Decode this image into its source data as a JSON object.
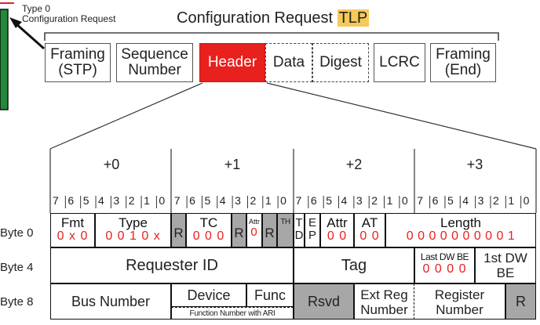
{
  "top_left_label": {
    "line1": "Type 0",
    "line2": "Configuration Request"
  },
  "title": {
    "prefix": "Configuration Request",
    "highlight": "TLP"
  },
  "tlp_fields": [
    {
      "line1": "Framing",
      "line2": "(STP)"
    },
    {
      "line1": "Sequence",
      "line2": "Number"
    },
    {
      "line1": "Header",
      "line2": ""
    },
    {
      "line1": "Data",
      "line2": ""
    },
    {
      "line1": "Digest",
      "line2": ""
    },
    {
      "line1": "LCRC",
      "line2": ""
    },
    {
      "line1": "Framing",
      "line2": "(End)"
    }
  ],
  "byte_offsets": [
    "+0",
    "+1",
    "+2",
    "+3"
  ],
  "bit_numbers": [
    "7",
    "6",
    "5",
    "4",
    "3",
    "2",
    "1",
    "0"
  ],
  "row_labels": [
    "Byte 0",
    "Byte 4",
    "Byte 8"
  ],
  "row0": {
    "fmt": {
      "name": "Fmt",
      "value": "0 x 0"
    },
    "type": {
      "name": "Type",
      "value": "0 0 1 0 x"
    },
    "r1": "R",
    "tc": {
      "name": "TC",
      "value": "0 0 0"
    },
    "r2": "R",
    "attr_small": {
      "name": "Attr",
      "value": "0"
    },
    "r3": "R",
    "th": "TH",
    "td": {
      "line1": "T",
      "line2": "D"
    },
    "ep": {
      "line1": "E",
      "line2": "P"
    },
    "attr": {
      "name": "Attr",
      "value": "0 0"
    },
    "at": {
      "name": "AT",
      "value": "0 0"
    },
    "length": {
      "name": "Length",
      "value": "0 0 0 0 0 0 0 0 0 1"
    }
  },
  "row1": {
    "requester_id": "Requester ID",
    "tag": "Tag",
    "last_dw_be": {
      "name": "Last DW BE",
      "value": "0 0 0 0"
    },
    "first_dw_be": {
      "line1": "1st DW",
      "line2": "BE"
    }
  },
  "row2": {
    "bus_number": "Bus Number",
    "device": "Device",
    "func": "Func",
    "function_number_note": "Function Number with ARI",
    "rsvd": "Rsvd",
    "ext_reg": {
      "line1": "Ext Reg",
      "line2": "Number"
    },
    "register": {
      "line1": "Register",
      "line2": "Number"
    },
    "r": "R"
  },
  "colors": {
    "header_red": "#e8201e",
    "value_red": "#e8201e",
    "highlight_yellow": "#f7c95a",
    "reserved_grey": "#a7a7a7"
  }
}
